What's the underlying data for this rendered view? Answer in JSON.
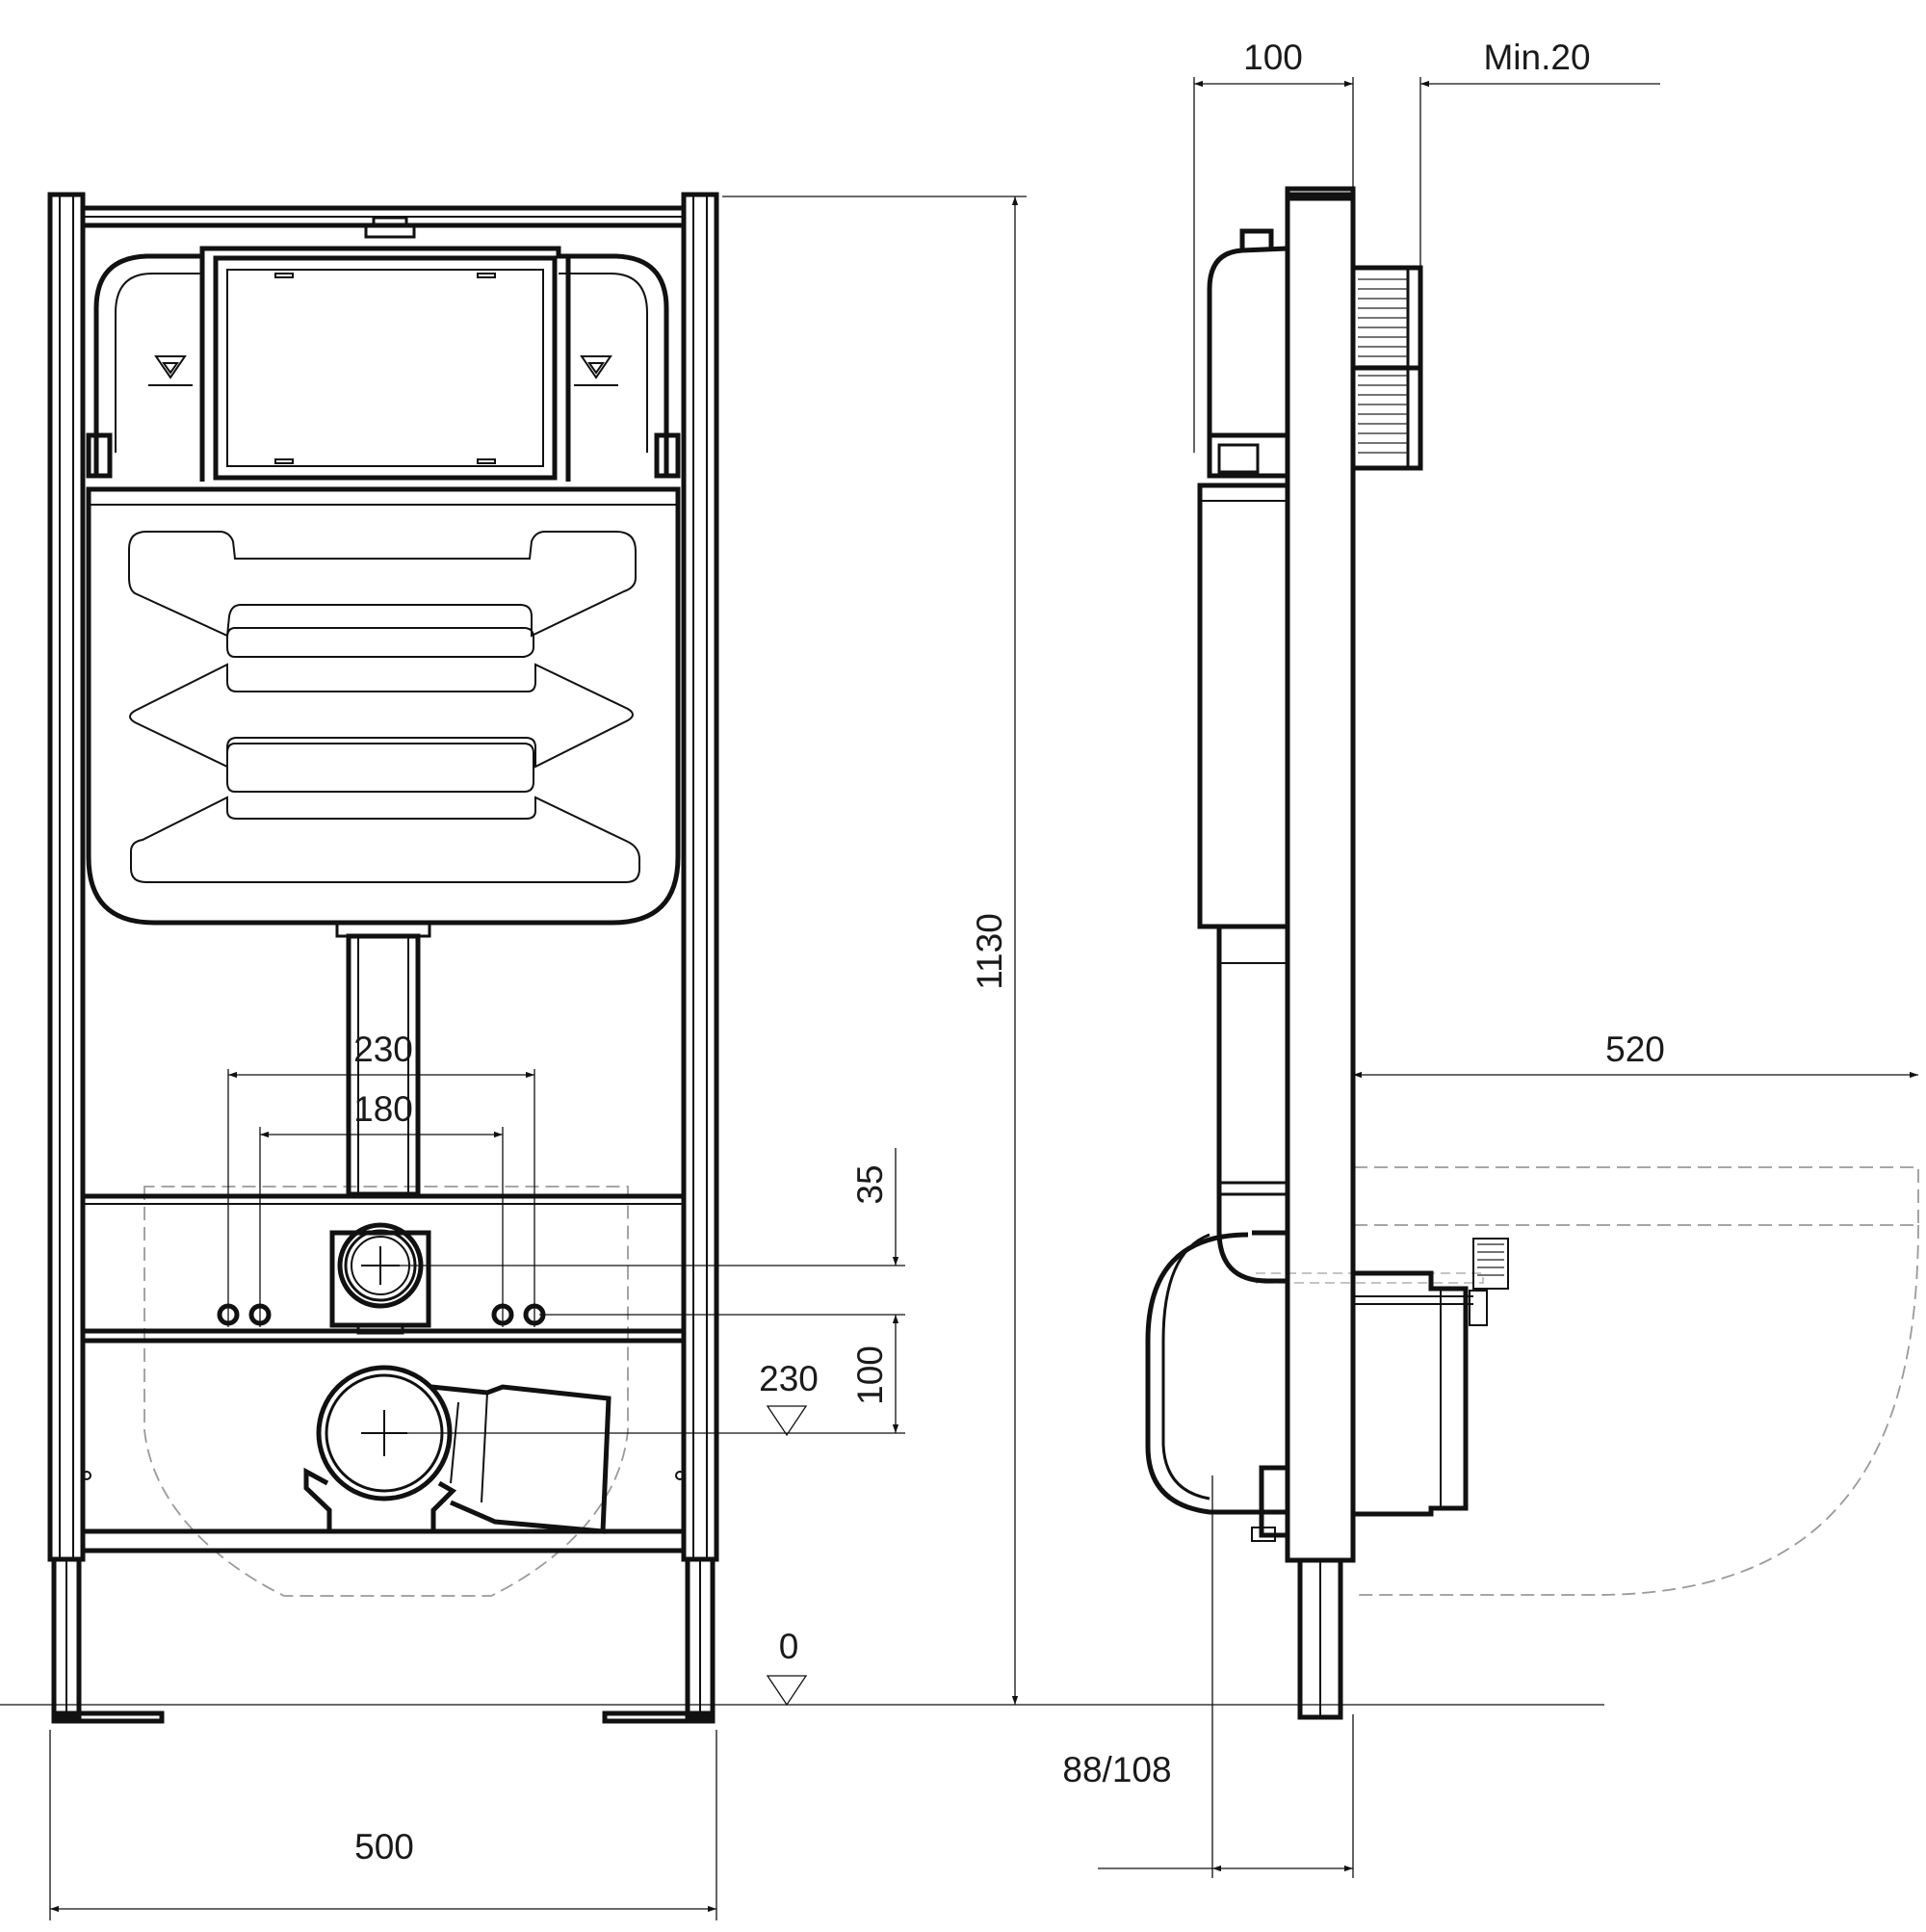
{
  "dimensions": {
    "front_width": "500",
    "frame_height": "1130",
    "bolt_outer": "230",
    "bolt_inner": "180",
    "bolt_vertical": "35",
    "inlet_offset": "100",
    "drain_level": "230",
    "floor_level": "0",
    "frame_depth": "100",
    "min_gap": "Min.20",
    "bowl_projection": "520",
    "drain_depth": "88/108"
  }
}
